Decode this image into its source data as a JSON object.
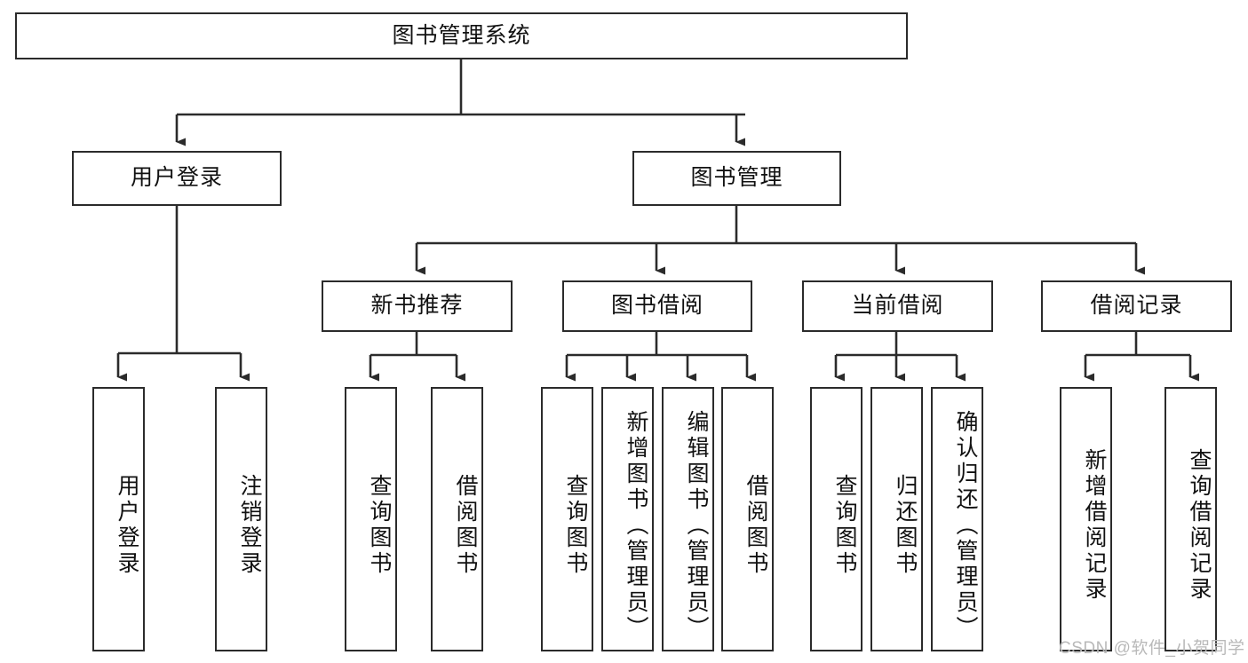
{
  "diagram": {
    "title": "图书管理系统",
    "type": "tree-hierarchy-diagram",
    "root": {
      "label": "图书管理系统"
    },
    "level2": [
      {
        "label": "用户登录"
      },
      {
        "label": "图书管理"
      }
    ],
    "level3": [
      {
        "label": "新书推荐"
      },
      {
        "label": "图书借阅"
      },
      {
        "label": "当前借阅"
      },
      {
        "label": "借阅记录"
      }
    ],
    "leaves": {
      "user_login": [
        {
          "label": "用户登录"
        },
        {
          "label": "注销登录"
        }
      ],
      "new_book_recommend": [
        {
          "label": "查询图书"
        },
        {
          "label": "借阅图书"
        }
      ],
      "book_borrow": [
        {
          "label": "查询图书"
        },
        {
          "label": "新增图书（管理员）"
        },
        {
          "label": "编辑图书（管理员）"
        },
        {
          "label": "借阅图书"
        }
      ],
      "current_borrow": [
        {
          "label": "查询图书"
        },
        {
          "label": "归还图书"
        },
        {
          "label": "确认归还（管理员）"
        }
      ],
      "borrow_record": [
        {
          "label": "新增借阅记录"
        },
        {
          "label": "查询借阅记录"
        }
      ]
    }
  },
  "watermark": {
    "text": "CSDN @软件_小贺同学"
  },
  "colors": {
    "border": "#2b2b2b",
    "background": "#ffffff",
    "text": "#111111",
    "watermark": "#b9b9b9"
  }
}
